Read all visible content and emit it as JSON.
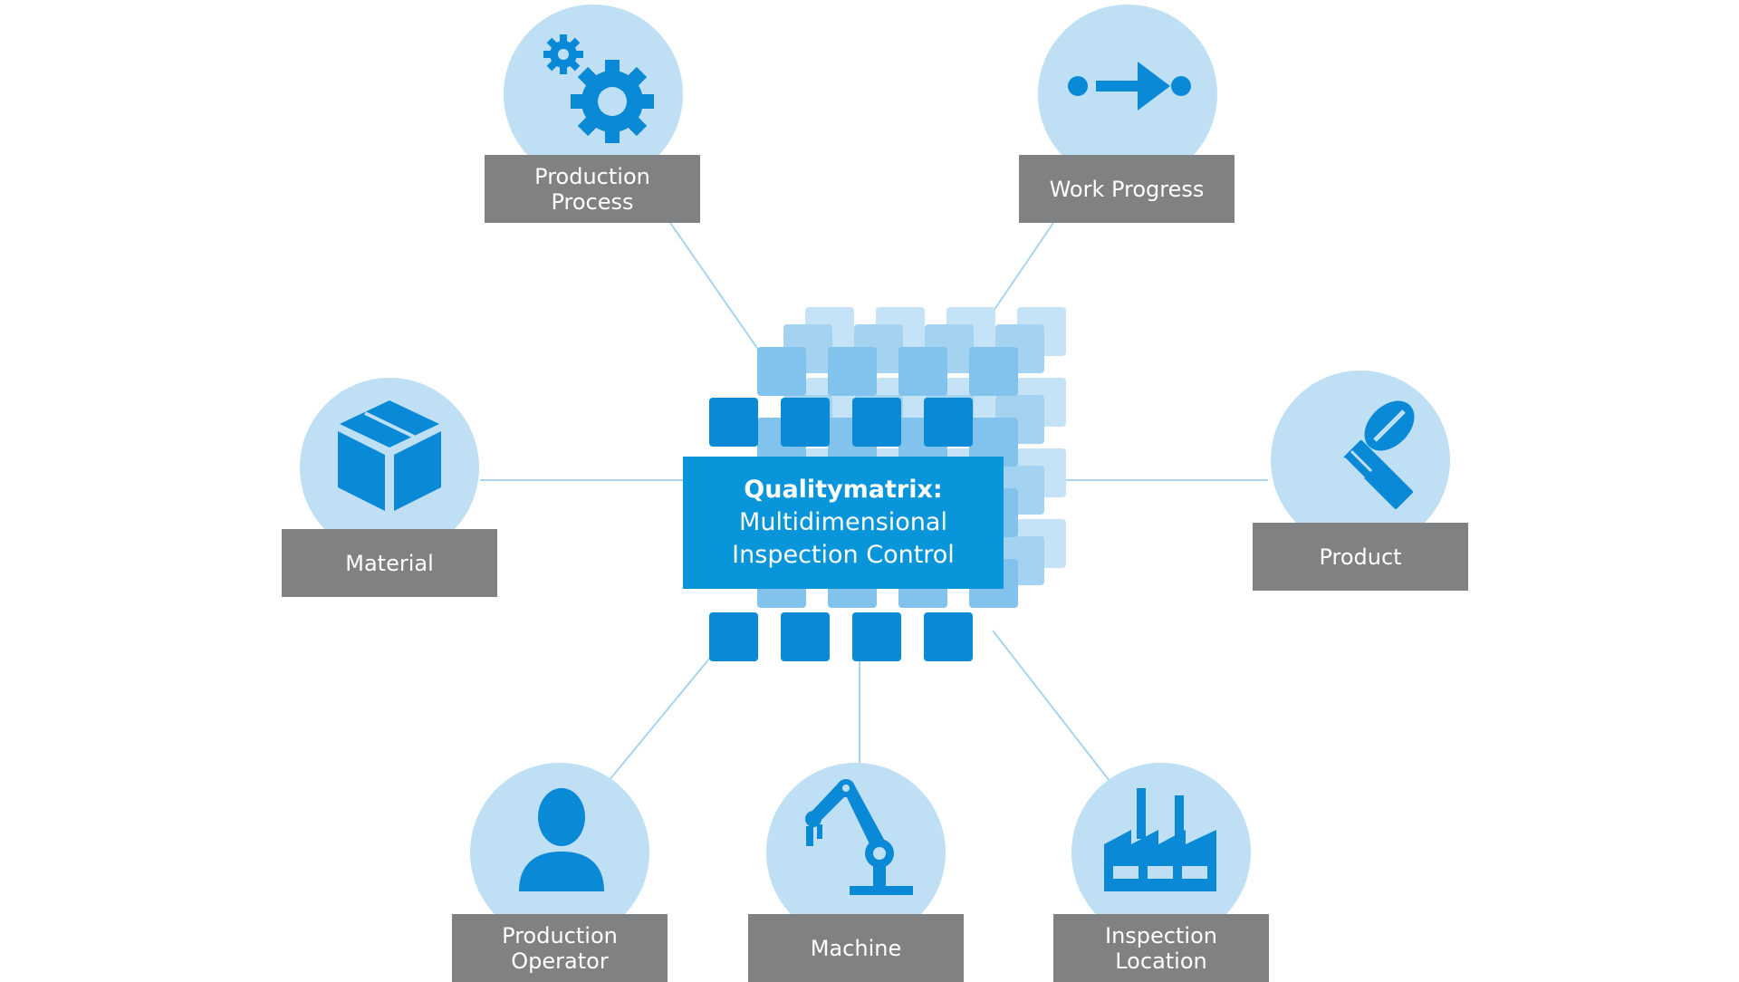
{
  "colors": {
    "circle_fill": "#bfe0f4",
    "icon_blue": "#0a8ad6",
    "label_gray": "#7f8183",
    "connector": "#a9d3ee",
    "center_blue": "#0895da"
  },
  "center": {
    "title": "Qualitymatrix:",
    "line1": "Multidimensional",
    "line2": "Inspection Control"
  },
  "nodes": {
    "production_process": {
      "icon": "gears-icon",
      "line1": "Production",
      "line2": "Process"
    },
    "work_progress": {
      "icon": "arrow-progress-icon",
      "line1": "Work Progress"
    },
    "material": {
      "icon": "box-icon",
      "line1": "Material"
    },
    "product": {
      "icon": "screw-icon",
      "line1": "Product"
    },
    "production_operator": {
      "icon": "person-icon",
      "line1": "Production",
      "line2": "Operator"
    },
    "machine": {
      "icon": "robot-arm-icon",
      "line1": "Machine"
    },
    "inspection_location": {
      "icon": "factory-icon",
      "line1": "Inspection",
      "line2": "Location"
    }
  }
}
